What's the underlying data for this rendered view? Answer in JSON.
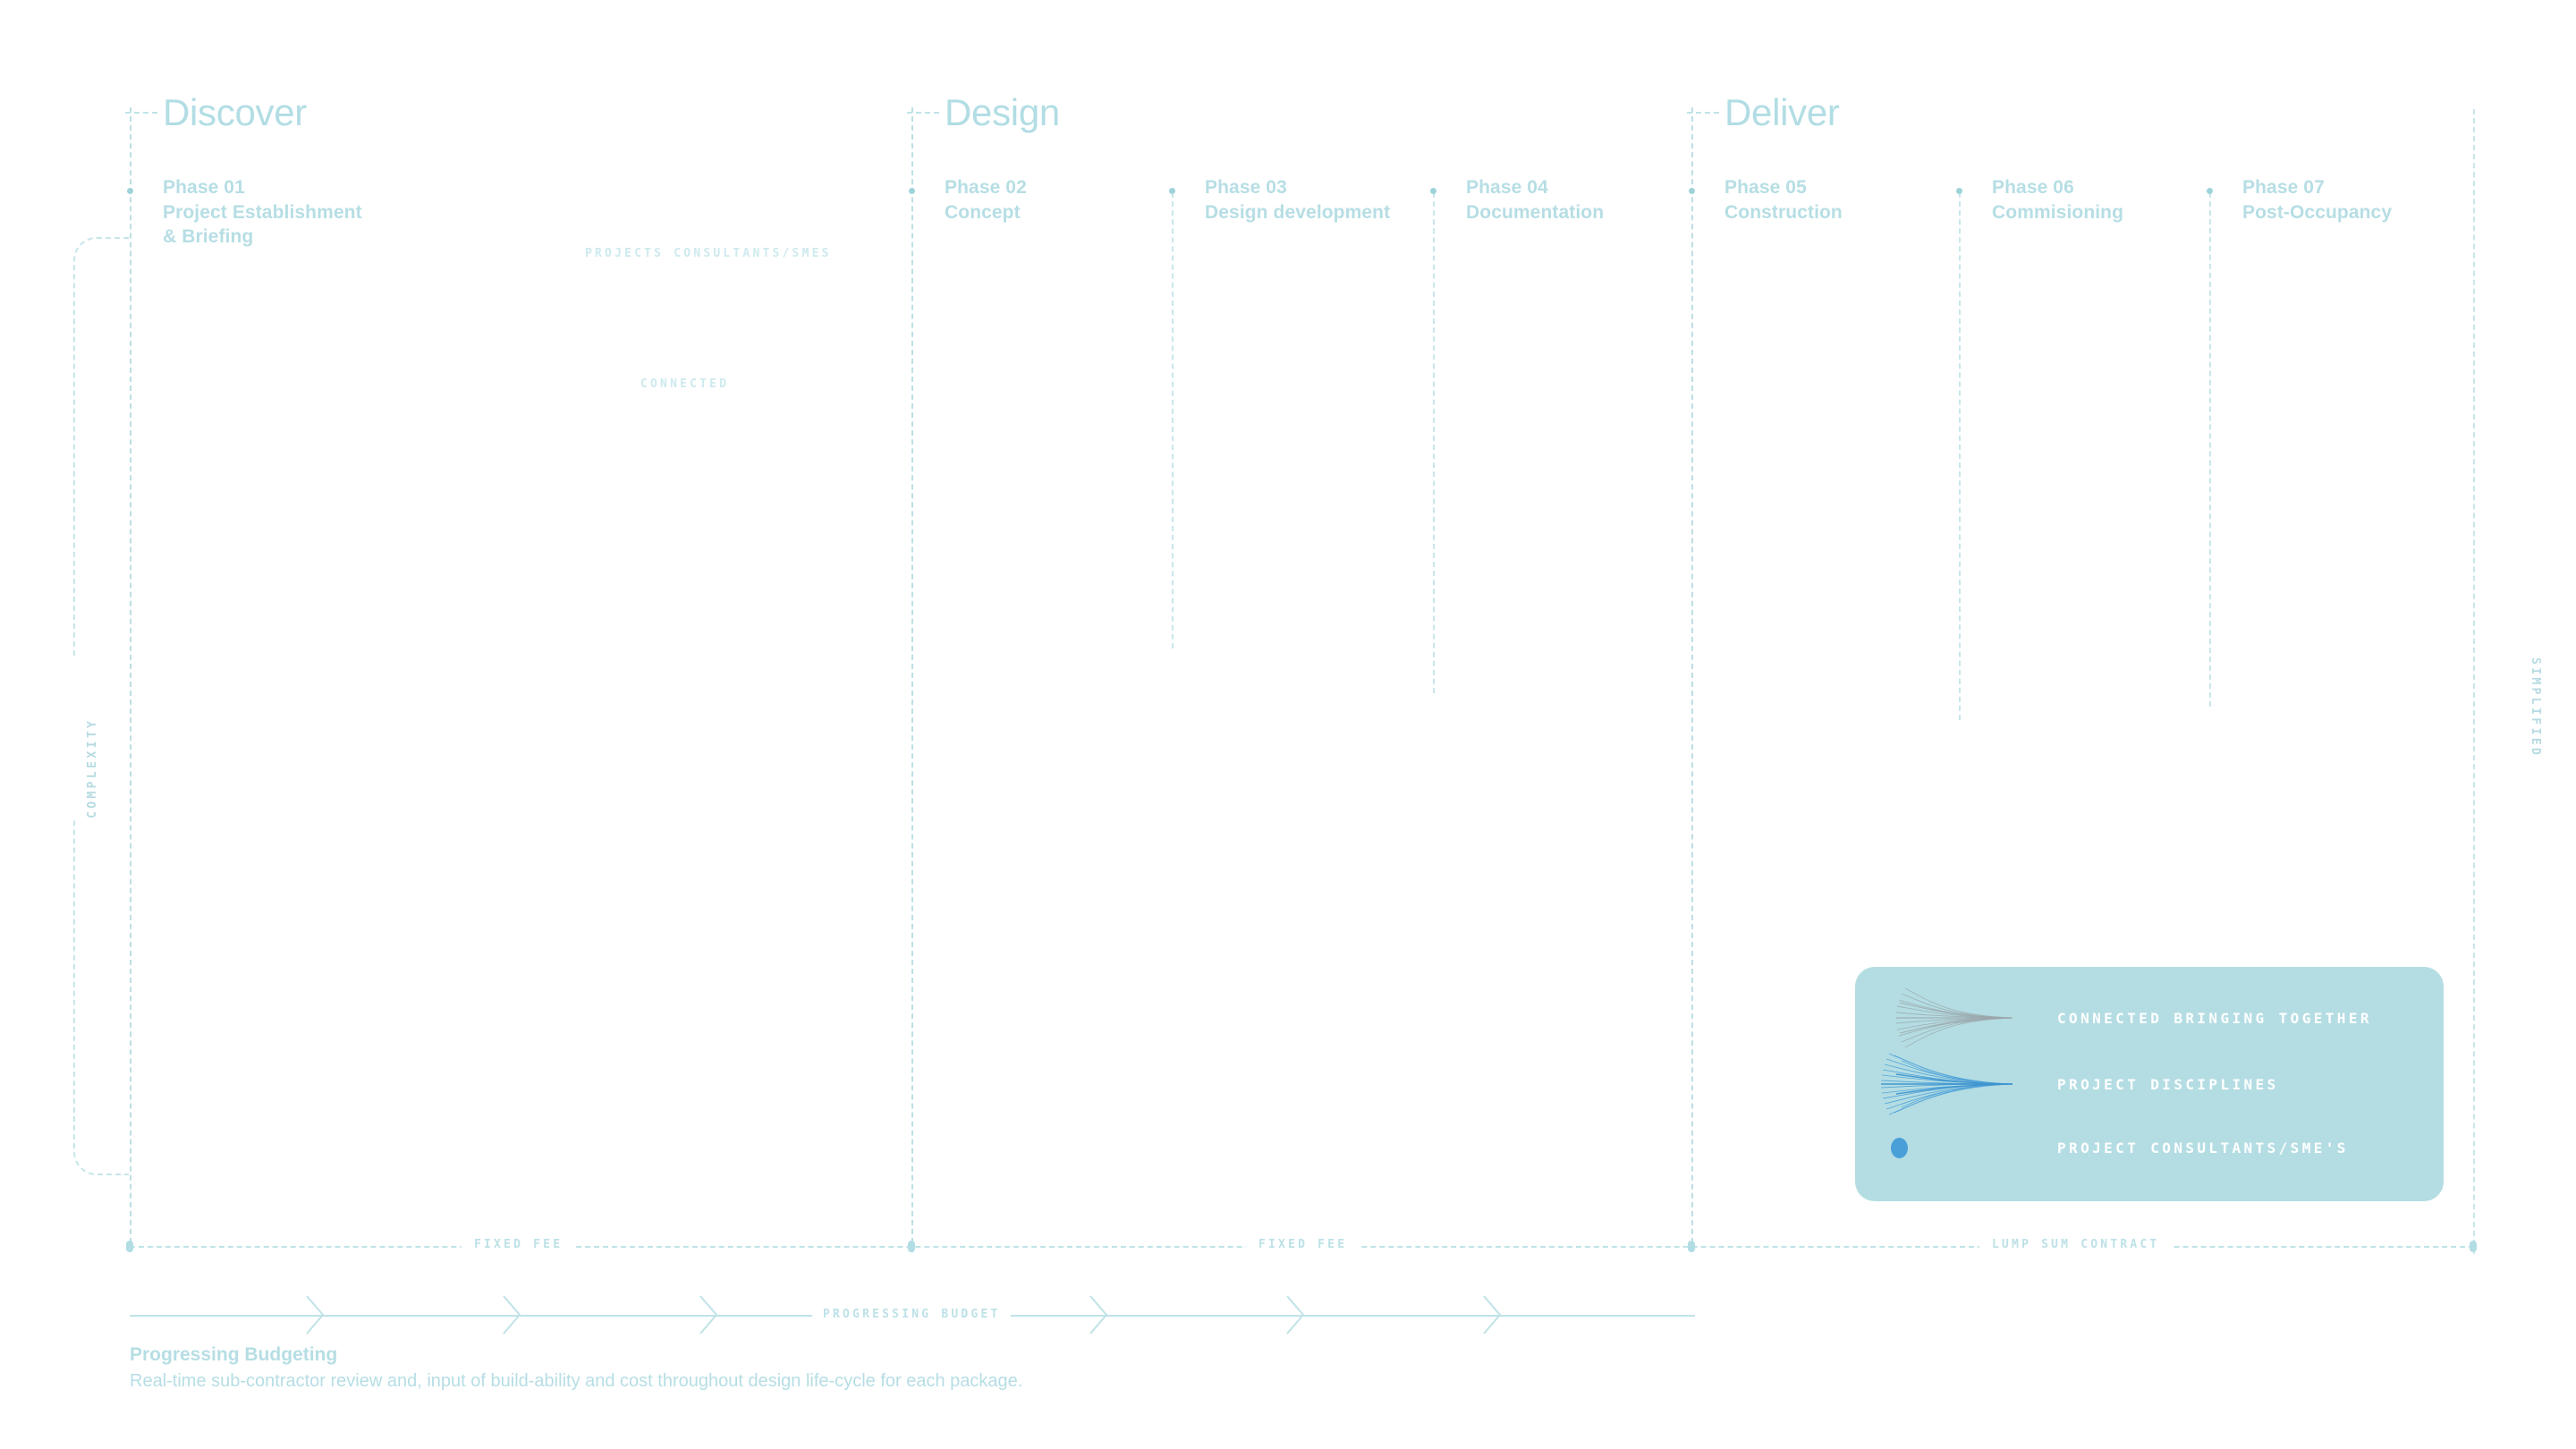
{
  "axes": {
    "left_label": "COMPLEXITY",
    "right_label": "SIMPLIFIED"
  },
  "stages": [
    {
      "title": "Discover"
    },
    {
      "title": "Design"
    },
    {
      "title": "Deliver"
    }
  ],
  "phases": [
    {
      "num": "Phase 01",
      "name": "Project Establishment",
      "name2": "& Briefing"
    },
    {
      "num": "Phase 02",
      "name": "Concept",
      "name2": ""
    },
    {
      "num": "Phase 03",
      "name": "Design development",
      "name2": ""
    },
    {
      "num": "Phase 04",
      "name": "Documentation",
      "name2": ""
    },
    {
      "num": "Phase 05",
      "name": "Construction",
      "name2": ""
    },
    {
      "num": "Phase 06",
      "name": "Commisioning",
      "name2": ""
    },
    {
      "num": "Phase 07",
      "name": "Post-Occupancy",
      "name2": ""
    }
  ],
  "annotations": {
    "consultants": "PROJECTS CONSULTANTS/SMES",
    "connected": "CONNECTED"
  },
  "contract_rail": {
    "segment_1": "FIXED FEE",
    "segment_2": "FIXED FEE",
    "segment_3": "LUMP SUM CONTRACT"
  },
  "flow": {
    "label": "PROGRESSING BUDGET"
  },
  "footer": {
    "title": "Progressing Budgeting",
    "description": "Real-time sub-contractor review and, input of build-ability and cost throughout design life-cycle for each package."
  },
  "legend": {
    "items": [
      {
        "icon": "fan-splay-grey-icon",
        "label": "CONNECTED BRINGING TOGETHER"
      },
      {
        "icon": "fan-splay-blue-icon",
        "label": "PROJECT DISCIPLINES"
      },
      {
        "icon": "blue-dot-icon",
        "label": "PROJECT CONSULTANTS/SME'S"
      }
    ]
  },
  "colors": {
    "primary": "#b6dee4",
    "rule": "#bfe3e7",
    "legend_panel": "#b4dde3",
    "accent_blue": "#4a9fd8",
    "legend_text": "#ffffff"
  }
}
